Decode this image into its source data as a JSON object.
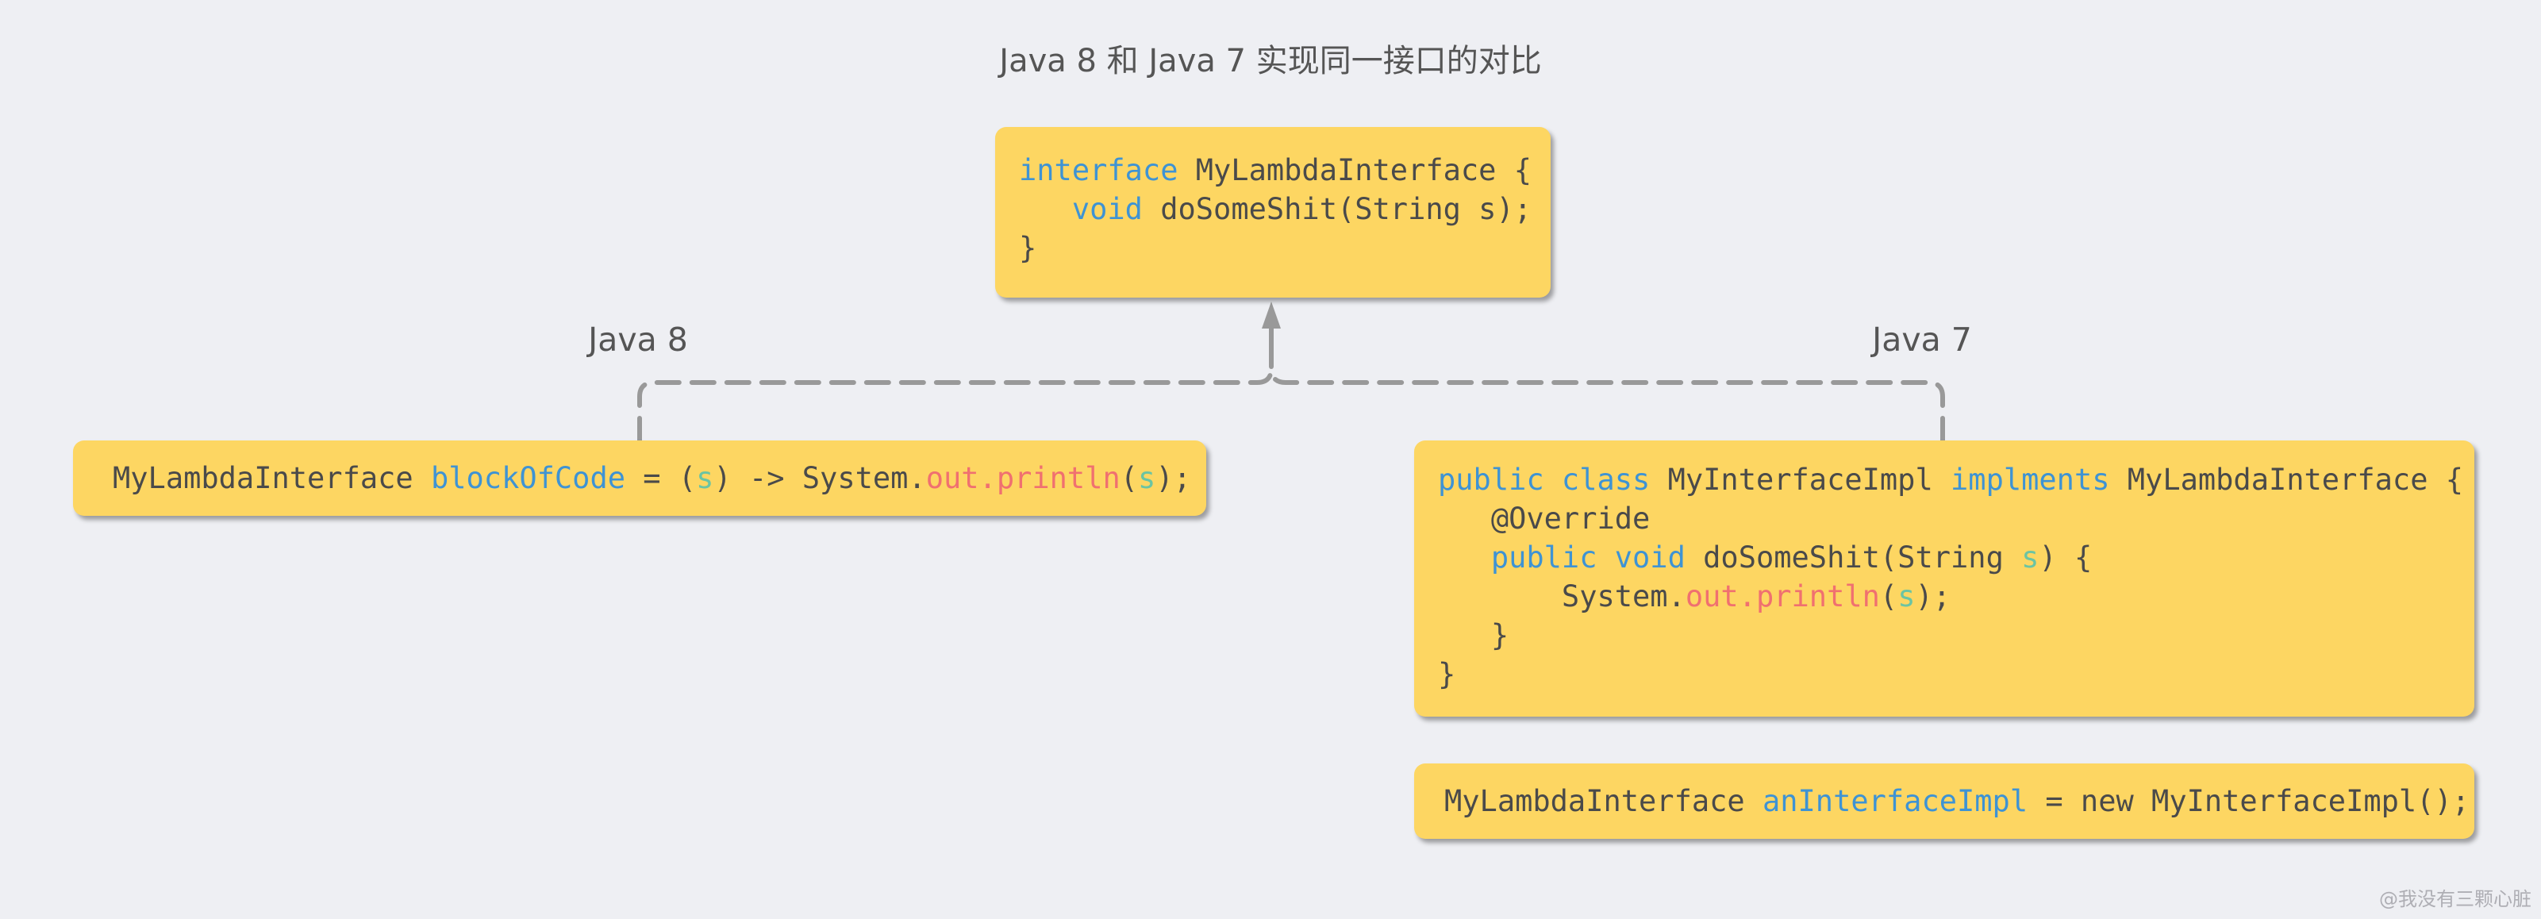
{
  "title": "Java 8 和 Java 7 实现同一接口的对比",
  "labels": {
    "java8": "Java 8",
    "java7": "Java 7"
  },
  "interface_box": {
    "l1_kw": "interface",
    "l1_rest": " MyLambdaInterface {",
    "l2_indent": "   ",
    "l2_kw": "void",
    "l2_rest": " doSomeShit(String s);",
    "l3": "}"
  },
  "java8_box": {
    "t1": "MyLambdaInterface ",
    "var": "blockOfCode",
    "t2": " = (",
    "p1": "s",
    "t3": ") -> System.",
    "field": "out.println",
    "t4": "(",
    "p2": "s",
    "t5": ");"
  },
  "java7_class_box": {
    "l1_kw": "public class",
    "l1_mid": " MyInterfaceImpl ",
    "l1_kw2": "implments",
    "l1_rest": " MyLambdaInterface {",
    "l2": "   @Override",
    "l3_indent": "   ",
    "l3_kw": "public void",
    "l3_mid": " doSomeShit(String ",
    "l3_p": "s",
    "l3_rest": ") {",
    "l4_pre": "       System.",
    "l4_field": "out.println",
    "l4_mid": "(",
    "l4_p": "s",
    "l4_rest": ");",
    "l5": "   }",
    "l6": "}"
  },
  "java7_instance_box": {
    "t1": "MyLambdaInterface ",
    "var": "anInterfaceImpl",
    "t2": " = new MyInterfaceImpl();"
  },
  "watermark": "@我没有三颗心脏",
  "colors": {
    "background": "#EEEFF3",
    "box_fill": "#FDD662",
    "keyword": "#3E93D4",
    "field": "#F07070",
    "param": "#6BC4A3",
    "text": "#4A4A4A",
    "connector": "#999999"
  }
}
